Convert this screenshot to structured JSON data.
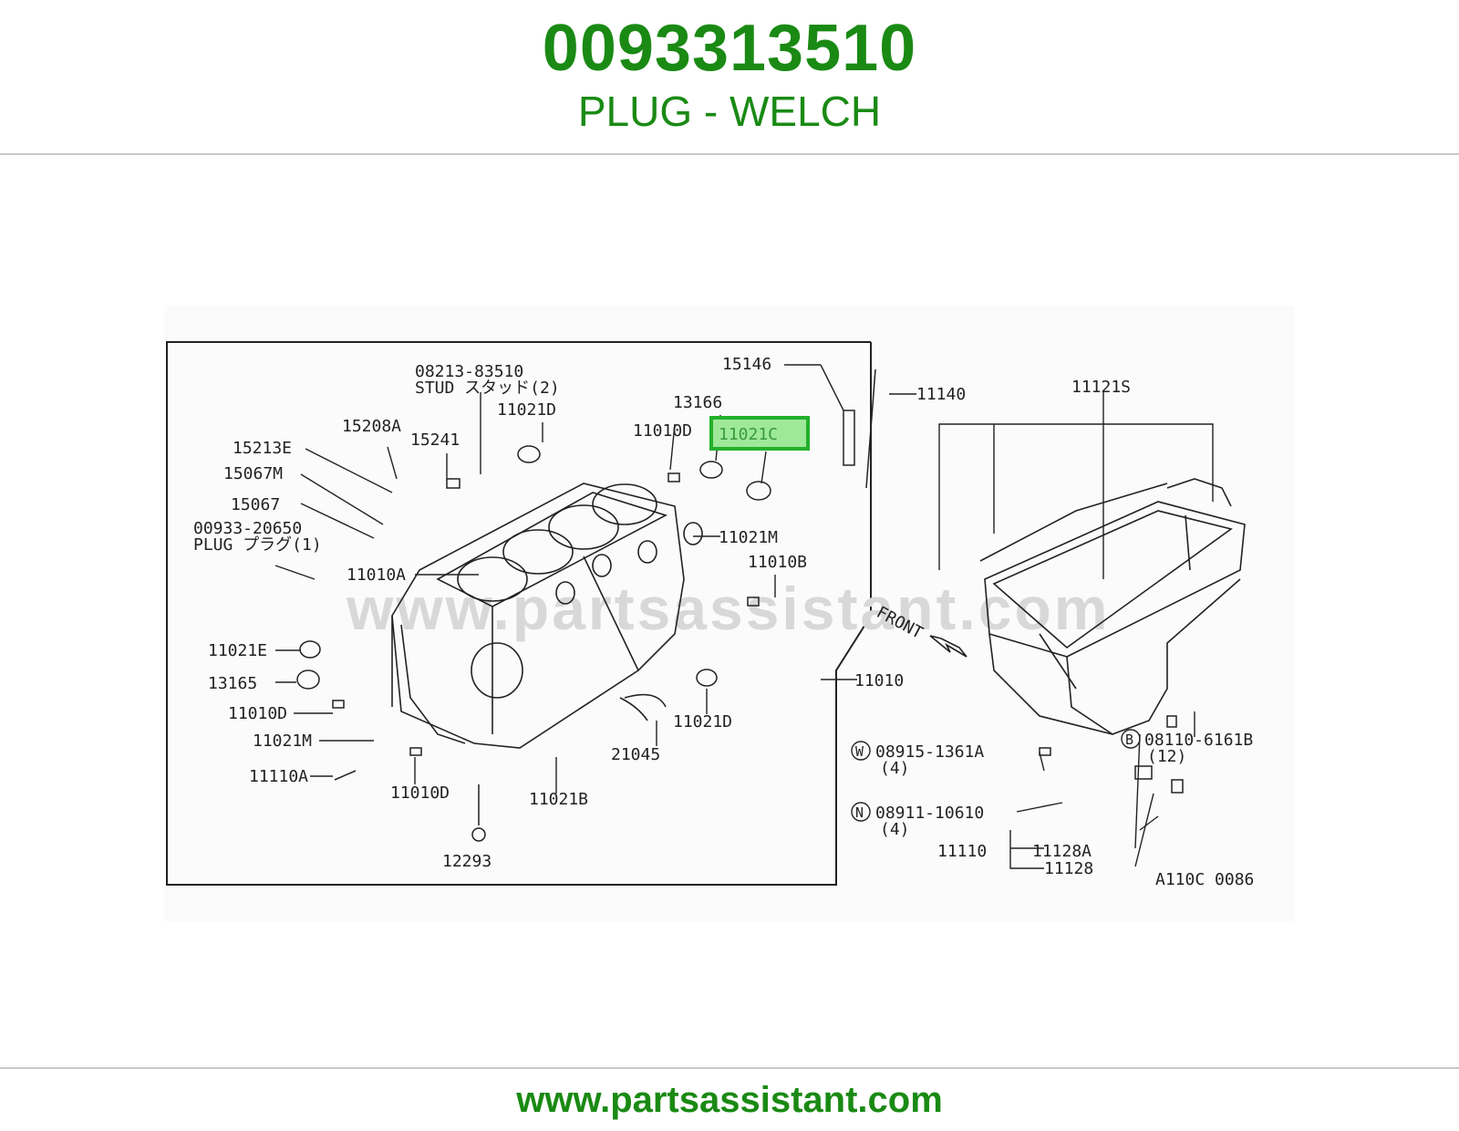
{
  "header": {
    "part_number": "0093313510",
    "part_name": "PLUG - WELCH"
  },
  "footer": {
    "url": "www.partsassistant.com"
  },
  "diagram": {
    "watermark": "www.partsassistant.com",
    "highlight_color": "#22b02a",
    "highlighted_label": "11021C",
    "callouts": {
      "c08213": "08213-83510",
      "stud": "STUD スタッド(2)",
      "c11021D_top": "11021D",
      "c15146": "15146",
      "c11140": "11140",
      "c13166": "13166",
      "c11010D_top": "11010D",
      "c11021C": "11021C",
      "c15208A": "15208A",
      "c15241": "15241",
      "c15213E": "15213E",
      "c15067M": "15067M",
      "c15067": "15067",
      "c00933": "00933-20650",
      "plug": "PLUG プラグ(1)",
      "c11021M_top": "11021M",
      "c11010B": "11010B",
      "c11010A": "11010A",
      "c11021E": "11021E",
      "c13165": "13165",
      "c11010D_mid": "11010D",
      "c11021M_bot": "11021M",
      "c11110A": "11110A",
      "c11010D_bot": "11010D",
      "c11021B": "11021B",
      "c12293": "12293",
      "c21045": "21045",
      "c11021D_bot": "11021D",
      "c11010": "11010",
      "c11121S": "11121S",
      "front": "FRONT",
      "c08915": "08915-1361A",
      "c08915_qty": "(4)",
      "c08911": "08911-10610",
      "c08911_qty": "(4)",
      "c08110": "08110-6161B",
      "c08110_qty": "(12)",
      "c11110": "11110",
      "c11128A": "11128A",
      "c11128": "11128",
      "code": "A110C 0086",
      "badge_w": "W",
      "badge_n": "N",
      "badge_b": "B"
    }
  }
}
